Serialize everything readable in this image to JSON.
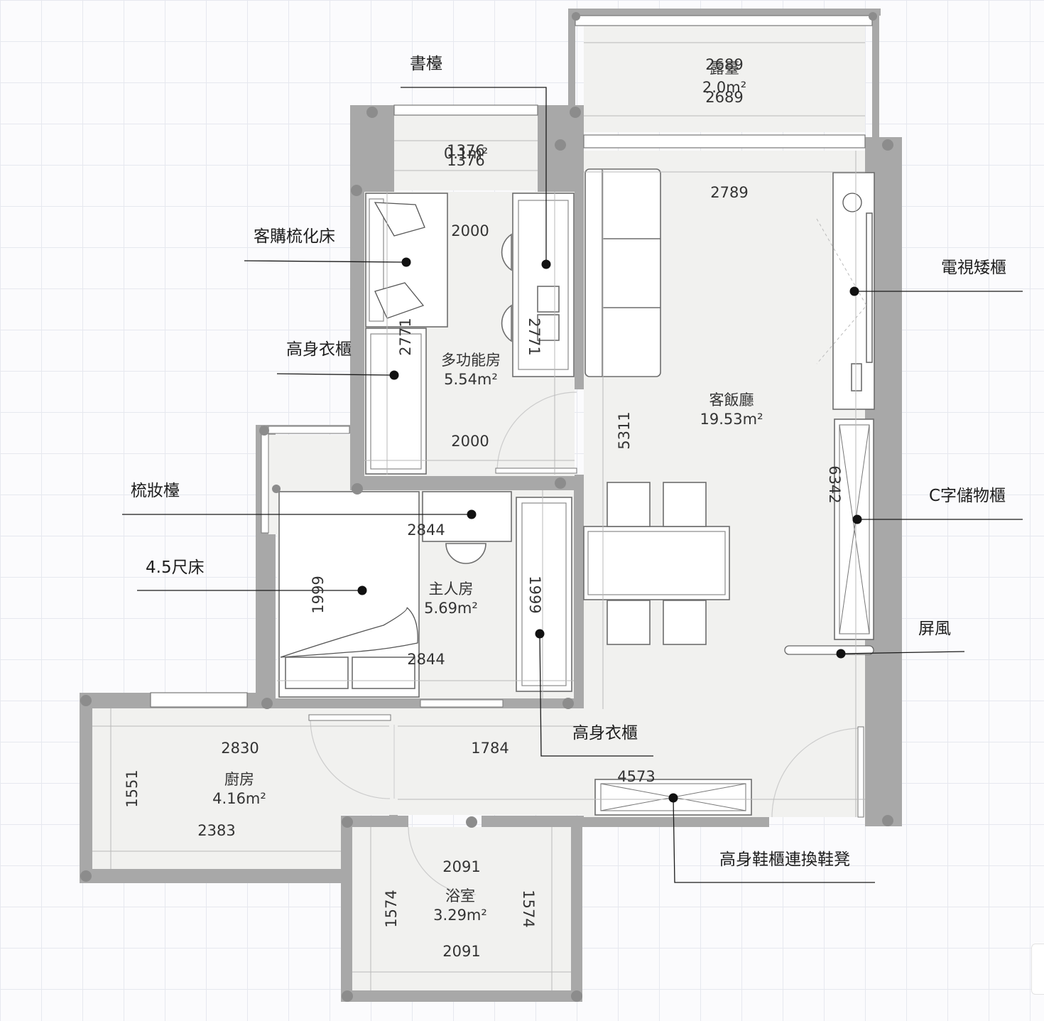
{
  "rooms": [
    {
      "name": "露臺",
      "area": "2.0m²"
    },
    {
      "name": "",
      "area": "0.1m²"
    },
    {
      "name": "多功能房",
      "area": "5.54m²"
    },
    {
      "name": "客飯廳",
      "area": "19.53m²"
    },
    {
      "name": "主人房",
      "area": "5.69m²"
    },
    {
      "name": "廚房",
      "area": "4.16m²"
    },
    {
      "name": "浴室",
      "area": "3.29m²"
    }
  ],
  "dimensions": [
    "2689",
    "2689",
    "1376",
    "1376",
    "2789",
    "2000",
    "2771",
    "2771",
    "2000",
    "5311",
    "6342",
    "2844",
    "1999",
    "1999",
    "2844",
    "2830",
    "1784",
    "1551",
    "2383",
    "4573",
    "2091",
    "1574",
    "1574",
    "2091"
  ],
  "callouts": [
    "書檯",
    "客購梳化床",
    "高身衣櫃",
    "梳妝檯",
    "4.5尺床",
    "電視矮櫃",
    "C字儲物櫃",
    "屏風",
    "高身衣櫃",
    "高身鞋櫃連換鞋凳"
  ]
}
